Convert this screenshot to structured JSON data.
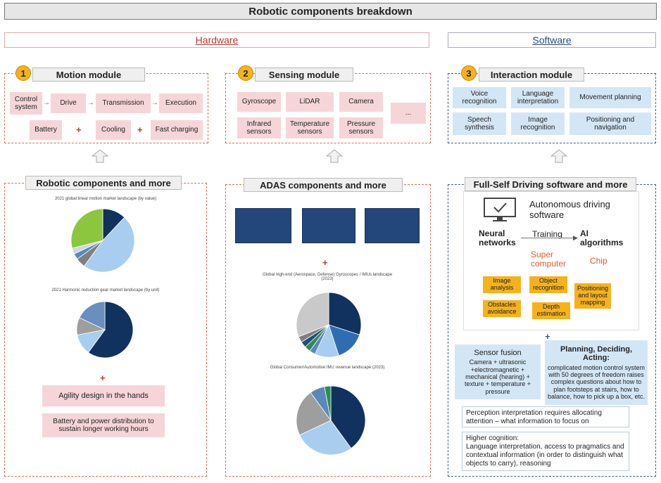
{
  "title": "Robotic components breakdown",
  "sections": {
    "hardware": "Hardware",
    "software": "Software"
  },
  "motion": {
    "number": "1",
    "title": "Motion module",
    "row1": [
      "Control system",
      "Drive",
      "Transmission",
      "Execution"
    ],
    "row2": [
      "Battery",
      "Cooling",
      "Fast charging"
    ]
  },
  "sensing": {
    "number": "2",
    "title": "Sensing module",
    "items": [
      "Gyroscope",
      "LiDAR",
      "Camera",
      "Infrared sensors",
      "Temperature sensors",
      "Pressure sensors",
      "..."
    ]
  },
  "interaction": {
    "number": "3",
    "title": "Interaction module",
    "items": [
      "Voice recognition",
      "Language interpretation",
      "Movement planning",
      "Speech synthesis",
      "Image recognition",
      "Positioning and navigation"
    ]
  },
  "robotic": {
    "title": "Robotic components and more",
    "chart1_caption": "2021 global linear motion market landscape (by value)",
    "chart2_caption": "2021 Harmonic reduction gear market landscape (by unit)",
    "agility": "Agility design in the hands",
    "battery": "Battery and power distribution to sustain longer working hours"
  },
  "adas": {
    "title": "ADAS components and more",
    "chart1_caption": "Global high-end (Aerospace, Defense) Gyroscopes / IMUs landscape (2023)",
    "chart2_caption": "Global Consumer/Automotive IMU revenue landscape (2023)"
  },
  "fsd": {
    "title": "Full-Self Driving software and more",
    "autonomous": "Autonomous driving software",
    "neural": "Neural networks",
    "training": "Training",
    "ai": "AI algorithms",
    "super": "Super computer",
    "chip": "Chip",
    "tasks": [
      "Image analysis",
      "Object recognition",
      "Positioning and layout mapping",
      "Obstacles avoidance",
      "Depth estimation"
    ],
    "sensor_fusion_title": "Sensor fusion",
    "sensor_fusion_body": "Camera + ultrasonic +electromagnetic + mechanical (hearing) + texture + temperature + pressure",
    "planning_title": "Planning, Deciding, Acting:",
    "planning_body": "complicated motion control system with 50 degrees of freedom raises complex questions about how to plan footsteps at stairs, how to balance, how to pick up a box, etc.",
    "perception": "Perception interpretation requires allocating attention – what information to focus on",
    "higher_title": "Higher cognition:",
    "higher_body": "Language interpretation, access to pragmatics and contextual information (in order to distinguish what objects to carry), reasoning"
  },
  "chart_data": [
    {
      "type": "pie",
      "caption": "2021 global linear motion market landscape (by value)",
      "values": [
        12,
        48,
        5,
        3,
        3,
        29
      ],
      "colors": [
        "#11325e",
        "#a9cdee",
        "#7f7f7f",
        "#5b88b8",
        "#cfd8e2",
        "#8cc63f"
      ]
    },
    {
      "type": "pie",
      "caption": "2021 Harmonic reduction gear market landscape (by unit)",
      "values": [
        60,
        12,
        10,
        18
      ],
      "colors": [
        "#11325e",
        "#a9cdee",
        "#9e9e9e",
        "#6a8fbe"
      ]
    },
    {
      "type": "pie",
      "caption": "Global high-end (Aerospace, Defense) Gyroscopes / IMUs landscape (2023)",
      "values": [
        30,
        15,
        12,
        3,
        3,
        3,
        3,
        31
      ],
      "colors": [
        "#11325e",
        "#2f6db3",
        "#a9cdee",
        "#5b88b8",
        "#2e8b57",
        "#1f4e79",
        "#7f7f7f",
        "#c9c9c9"
      ]
    },
    {
      "type": "pie",
      "caption": "Global Consumer/Automotive IMU revenue landscape (2023)",
      "values": [
        40,
        28,
        22,
        7,
        3
      ],
      "colors": [
        "#11325e",
        "#a9cdee",
        "#9e9e9e",
        "#5b88b8",
        "#2e8b57"
      ]
    }
  ]
}
